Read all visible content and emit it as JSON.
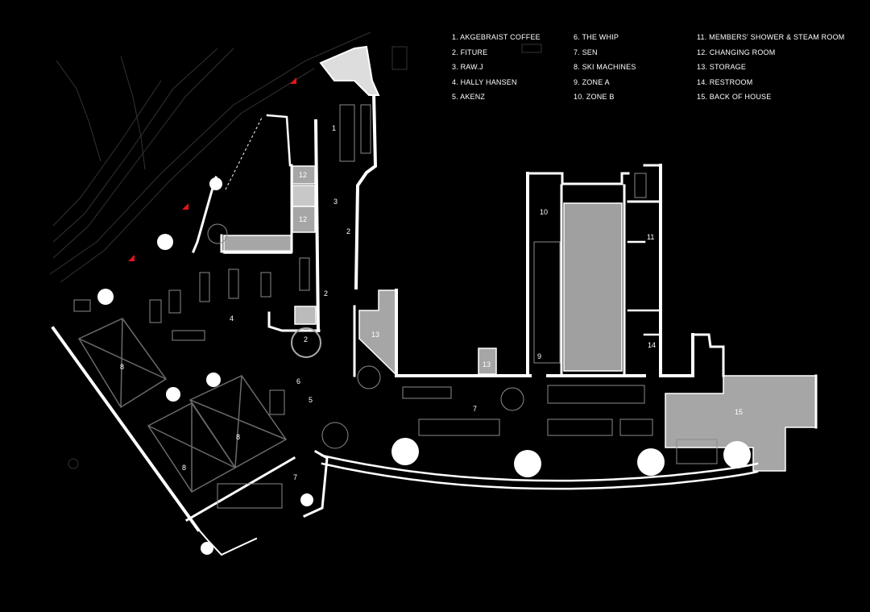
{
  "legend": [
    {
      "num": "1",
      "name": "AKGEBRAIST COFFEE"
    },
    {
      "num": "2",
      "name": "FITURE"
    },
    {
      "num": "3",
      "name": "RAW.J"
    },
    {
      "num": "4",
      "name": "HALLY HANSEN"
    },
    {
      "num": "5",
      "name": "AKENZ"
    },
    {
      "num": "6",
      "name": "THE WHIP"
    },
    {
      "num": "7",
      "name": "SEN"
    },
    {
      "num": "8",
      "name": "SKI MACHINES"
    },
    {
      "num": "9",
      "name": "ZONE A"
    },
    {
      "num": "10",
      "name": "ZONE B"
    },
    {
      "num": "11",
      "name": "MEMBERS' SHOWER & STEAM ROOM"
    },
    {
      "num": "12",
      "name": "CHANGING ROOM"
    },
    {
      "num": "13",
      "name": "STORAGE"
    },
    {
      "num": "14",
      "name": "RESTROOM"
    },
    {
      "num": "15",
      "name": "BACK OF HOUSE"
    }
  ],
  "legend_text": [
    "1. AKGEBRAIST COFFEE",
    "2. FITURE",
    "3. RAW.J",
    "4. HALLY HANSEN",
    "5. AKENZ",
    "6. THE WHIP",
    "7. SEN",
    "8. SKI MACHINES",
    "9. ZONE A",
    "10. ZONE B",
    "11. MEMBERS' SHOWER & STEAM ROOM",
    "12. CHANGING ROOM",
    "13. STORAGE",
    "14. RESTROOM",
    "15. BACK OF HOUSE"
  ],
  "plan_labels": {
    "l1": "1",
    "l2a": "2",
    "l2b": "2",
    "l2c": "2",
    "l3": "3",
    "l4": "4",
    "l5": "5",
    "l6": "6",
    "l7a": "7",
    "l7b": "7",
    "l8a": "8",
    "l8b": "8",
    "l8c": "8",
    "l9": "9",
    "l10": "10",
    "l11": "11",
    "l12a": "12",
    "l12b": "12",
    "l13a": "13",
    "l13b": "13",
    "l14": "14",
    "l15": "15"
  },
  "colors": {
    "background": "#000000",
    "wall": "#ffffff",
    "room_fill": "#a6a6a6",
    "entrance_marker": "#e3141b",
    "furniture_line": "#8a8a8a"
  }
}
